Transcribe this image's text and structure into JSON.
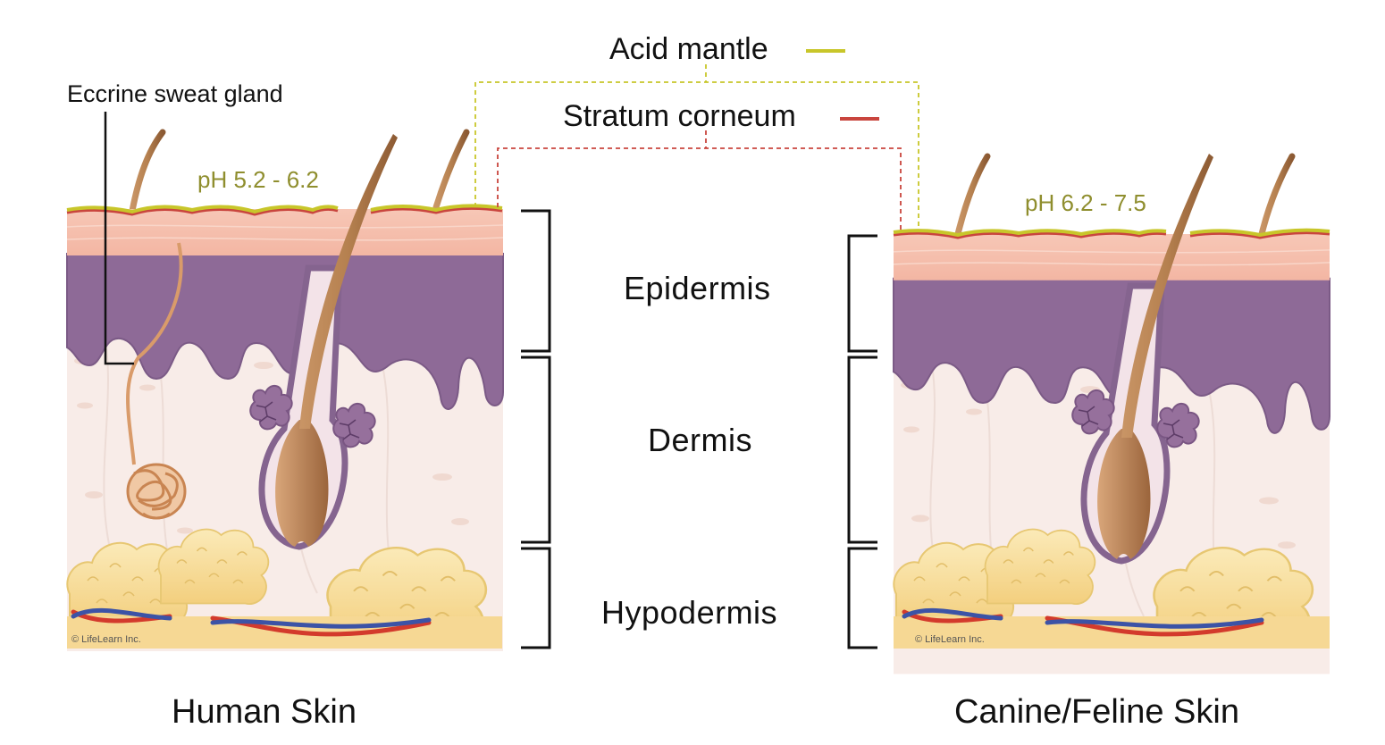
{
  "legend": {
    "acid_mantle": "Acid mantle",
    "stratum_corneum": "Stratum corneum",
    "acid_mantle_color": "#c8c62a",
    "stratum_corneum_color": "#c9453e"
  },
  "layers": {
    "epidermis": "Epidermis",
    "dermis": "Dermis",
    "hypodermis": "Hypodermis"
  },
  "callouts": {
    "eccrine_sweat_gland": "Eccrine sweat gland"
  },
  "panels": {
    "human": {
      "title": "Human Skin",
      "ph": "pH 5.2 - 6.2",
      "copyright": "© LifeLearn Inc."
    },
    "animal": {
      "title": "Canine/Feline Skin",
      "ph": "pH 6.2 - 7.5",
      "copyright": "© LifeLearn Inc."
    }
  },
  "colors": {
    "epidermis_purple": "#8e6a97",
    "dermis_pink": "#f7ebe7",
    "horny_layer_pink": "#f6c3b2",
    "fat_yellow": "#f7dc91",
    "hair_brown": "#b37a4f",
    "artery_red": "#d33a2c",
    "vein_blue": "#3c53a6"
  }
}
